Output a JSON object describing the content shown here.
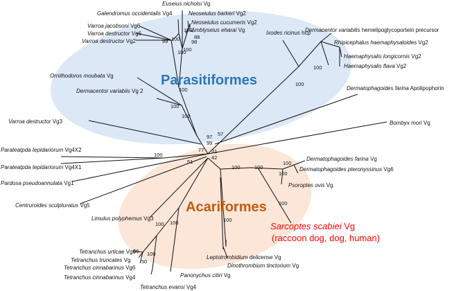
{
  "colors": {
    "parasitiformes_ellipse": "#dce8f6",
    "acariformes_ellipse": "#fbe6d8",
    "parasitiformes_text": "#2e75b6",
    "acariformes_text": "#c55a11",
    "highlight_text": "#ff0000",
    "branch": "#111111"
  },
  "groups": {
    "parasitiformes": "Parasitiformes",
    "acariformes": "Acariformes"
  },
  "highlight": {
    "species": "Sarcoptes scabiei",
    "gene": " Vg",
    "hosts": "(raccoon dog, dog, human)"
  },
  "taxa": {
    "euseius": {
      "species": "Euseius nicholsi",
      "gene": " Vg"
    },
    "galendromus": {
      "species": "Galendromus occidentalis",
      "gene": " Vg4"
    },
    "neoseiulus_barkeri": {
      "species": "Neoseiulus barkeri",
      "gene": " Vg2"
    },
    "varroa_jacobsoni": {
      "species": "Varroa jacobsoni",
      "gene": " Vg6"
    },
    "neoseiulus_cucumeris": {
      "species": "Neoseiulus cucumeris",
      "gene": " Vg2"
    },
    "varroa_destructor_vg6": {
      "species": "Varroa destructor",
      "gene": " Vg6"
    },
    "amblyseius": {
      "species": "Amblyseius eharai",
      "gene": " Vg"
    },
    "varroa_destructor_vg2": {
      "species": "Varroa destructor",
      "gene": " Vg2"
    },
    "ixodes": {
      "species": "Ixodes ricinus",
      "gene": " hcp"
    },
    "dermacentor_hemelipo": {
      "species": "Dermacentor variabilis",
      "gene": " hemelipoglycoportein precursor"
    },
    "rhipicephalus": {
      "species": "Rhipicephalus haemaphysaloides",
      "gene": " Vg2"
    },
    "haemaphysalis_longicornis": {
      "species": "Haemaphysalis longicornis",
      "gene": " Vg2"
    },
    "haemaphysalis_flava": {
      "species": "Haemaphysalis flava",
      "gene": " Vg2"
    },
    "ornithodoros": {
      "species": "Ornithodoros moubata",
      "gene": " Vg"
    },
    "dermacentor_vg2": {
      "species": "Dermacentor variabiis",
      "gene": " Vg 2"
    },
    "dermatophagoides_apo": {
      "species": "Dermatophagoides farina",
      "gene": " Apolipophorin"
    },
    "varroa_destructor_vg3": {
      "species": "Varroa destructor",
      "gene": " Vg3"
    },
    "bombyx": {
      "species": "Bombyx mori",
      "gene": " Vg"
    },
    "parateatpda_vg4x2": {
      "species": "Parateatpda tepidariorum",
      "gene": " Vg4X2"
    },
    "parateatpda_vg4x1": {
      "species": "Parateatpda tepidariorum",
      "gene": " Vg4X1"
    },
    "pardosa": {
      "species": "Pardosa pseudoannulata",
      "gene": " Vg1"
    },
    "centruroides": {
      "species": "Centruroides sculpturatus",
      "gene": " Vg5"
    },
    "limulus": {
      "species": "Limulus polyphemus",
      "gene": " Vg3"
    },
    "dermatophagoides_farina_vg": {
      "species": "Dermatophagoides farina",
      "gene": " Vg"
    },
    "dermatophagoides_pteronyssinus": {
      "species": "Dermatophagoides pteronyssinus",
      "gene": " Vg6"
    },
    "psoroptes": {
      "species": "Psoroptes ovis",
      "gene": " Vg"
    },
    "tetranchus_urticae": {
      "species": "Tetranchus urticae",
      "gene": " Vg6"
    },
    "tetranchus_truncates": {
      "species": "Tetranchus truncates",
      "gene": " Vg"
    },
    "tetranchus_cinnabarinus_vg6": {
      "species": "Tetranchus cinnabarinus",
      "gene": " Vg6"
    },
    "tetranchus_cinnabarinus_vg4": {
      "species": "Tetranchus cinnabarinus",
      "gene": " Vg4"
    },
    "leptotrombidium": {
      "species": "Leptotrombidium delicense",
      "gene": " Vg"
    },
    "dinothrombium": {
      "species": "Dinothrombium tinctorium",
      "gene": " Vg"
    },
    "panonychus": {
      "species": "Panonychus citiri",
      "gene": " Vg"
    },
    "tetranchus_evansi": {
      "species": "Tetranchus evansi",
      "gene": " Vg4"
    }
  },
  "bootstrap": {
    "b_99_varroa": "99",
    "b_100_varroa": "100",
    "b_100_phyto_a": "100",
    "b_88": "88",
    "b_98": "98",
    "b_100_phyto_b": "100",
    "b_100_phyto_c": "100",
    "b_100_tick": "100",
    "b_100_tick_b": "100",
    "b_100_ornith": "100",
    "b_100_derm": "100",
    "b_100_para": "100",
    "b_97": "97",
    "b_99": "99",
    "b_57": "57",
    "b_77": "77",
    "b_31": "31",
    "b_42": "42",
    "b_51": "51",
    "b_100_spider": "100",
    "b_100_acar": "100",
    "b_100_astig": "100",
    "b_100_derm_pair": "100",
    "b_100_derm_b": "100",
    "b_100_sarcoptes": "100",
    "b_100_left_a": "100",
    "b_100_left_b": "100",
    "b_100_tetra": "100",
    "b_66": "66",
    "b_50": "50",
    "b_100_trombid": "100"
  }
}
